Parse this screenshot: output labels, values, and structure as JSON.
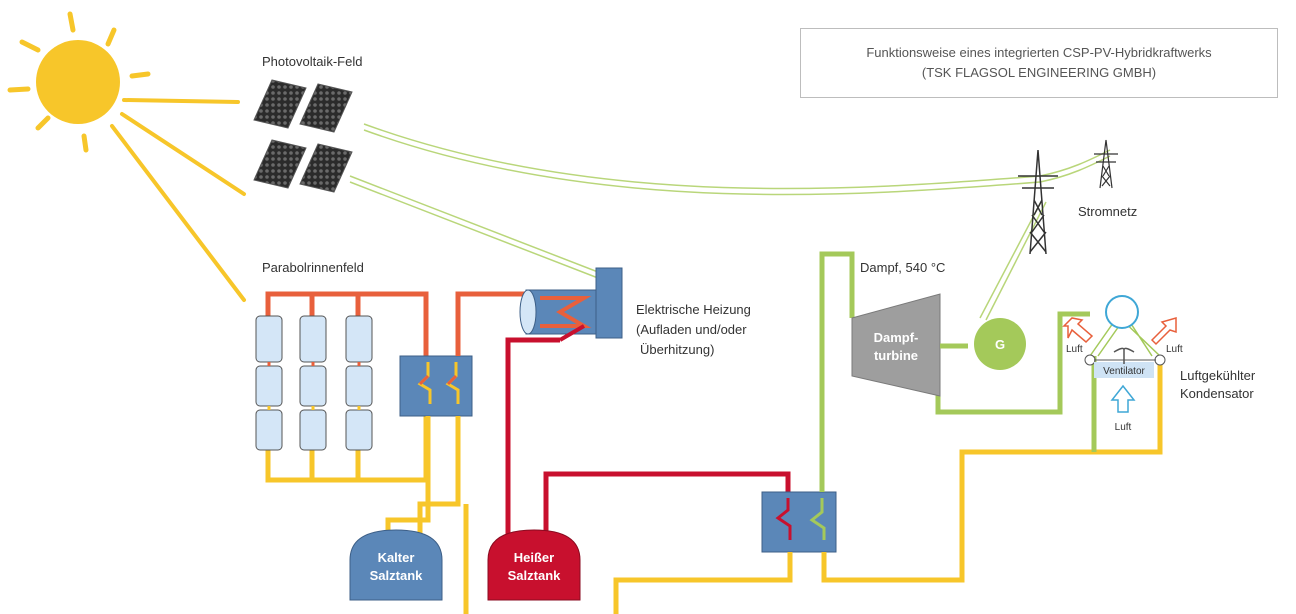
{
  "title": {
    "line1": "Funktionsweise eines integrierten CSP-PV-Hybridkraftwerks",
    "line2": "(TSK FLAGSOL ENGINEERING GMBH)"
  },
  "labels": {
    "pv_field": "Photovoltaik-Feld",
    "trough_field": "Parabolrinnenfeld",
    "heater_1": "Elektrische Heizung",
    "heater_2": "(Aufladen und/oder",
    "heater_3": "Überhitzung)",
    "steam": "Dampf, 540 °C",
    "grid": "Stromnetz",
    "turbine_1": "Dampf-",
    "turbine_2": "turbine",
    "generator": "G",
    "condenser_1": "Luftgekühlter",
    "condenser_2": "Kondensator",
    "fan": "Ventilator",
    "air_left": "Luft",
    "air_right": "Luft",
    "air_in": "Luft",
    "cold_tank_1": "Kalter",
    "cold_tank_2": "Salztank",
    "hot_tank_1": "Heißer",
    "hot_tank_2": "Salztank"
  },
  "colors": {
    "sun": "#f7c62a",
    "cold_salt": "#f7c62a",
    "hot_salt_pipe": "#c8102e",
    "heated_oil": "#e8603c",
    "steam": "#a4c95a",
    "exchanger": "#5b87b8",
    "cold_tank": "#5b87b8",
    "hot_tank": "#c8102e",
    "turbine": "#9e9e9e",
    "generator": "#a4c95a"
  }
}
